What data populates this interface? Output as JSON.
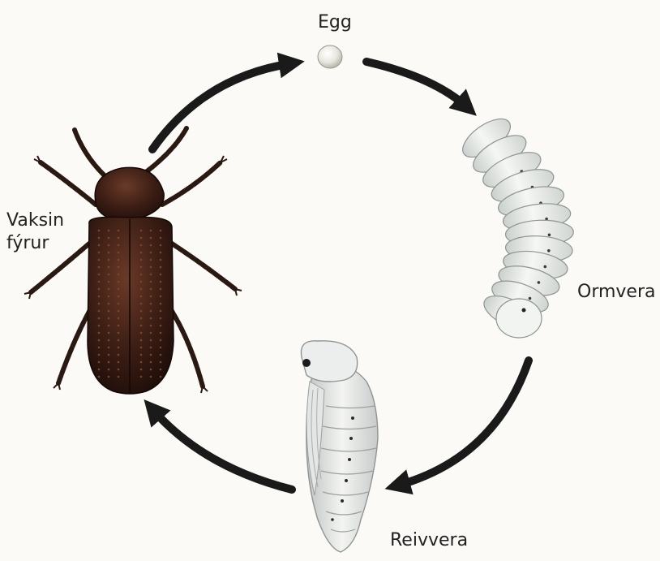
{
  "labels": {
    "egg": "Egg",
    "adult_line1": "Vaksin",
    "adult_line2": "fýrur",
    "larva": "Ormvera",
    "pupa": "Reivvera"
  },
  "colors": {
    "background": "#fbfaf6",
    "arrow": "#1a1a1a",
    "beetle_body": "#3b1e14",
    "beetle_leg": "#2a1812",
    "larva_body": "#e9ede9",
    "pupa_body": "#eef0ee",
    "text": "#222222"
  },
  "stages": [
    "egg",
    "larva",
    "pupa",
    "adult"
  ]
}
